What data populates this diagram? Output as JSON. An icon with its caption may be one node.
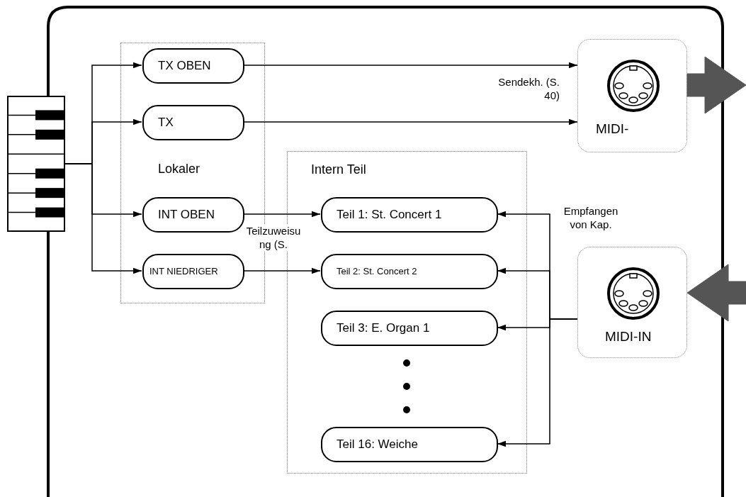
{
  "diagram": {
    "nodes": [
      {
        "text": [],
        "shape": "picture"
      },
      {
        "text": [
          "Lokaler"
        ]
      },
      {
        "text": [
          "TX OBEN"
        ],
        "in": 1
      },
      {
        "text": [
          "TX"
        ],
        "in": 1
      },
      {
        "text": [
          "INT OBEN"
        ],
        "in": 1
      },
      {
        "text": [
          "INT NIEDRIGER"
        ],
        "in": 1
      },
      {
        "text": [
          "Intern Teil"
        ]
      },
      {
        "text": [
          "Teil 1: St. Concert 1"
        ],
        "in": 6
      },
      {
        "text": [
          "Teil 2: St. Concert 2"
        ],
        "in": 6
      },
      {
        "text": [
          "Teil 3: E. Organ 1"
        ],
        "in": 6
      },
      {
        "text": [
          "Teil 16: Weiche"
        ],
        "in": 6
      },
      {
        "text": [
          "MIDI-"
        ]
      },
      {
        "text": [
          "MIDI-IN"
        ]
      }
    ],
    "edges": [
      {
        "from": 0,
        "to": 2,
        "arrow": "to"
      },
      {
        "from": 0,
        "to": 3,
        "arrow": "to"
      },
      {
        "from": 0,
        "to": 4,
        "arrow": "to"
      },
      {
        "from": 0,
        "to": 5,
        "arrow": "to"
      },
      {
        "from": 2,
        "to": 11,
        "arrow": "to",
        "label": "Sendekh. (S. 40)"
      },
      {
        "from": 3,
        "to": 11,
        "arrow": "to"
      },
      {
        "from": 4,
        "to": 7,
        "arrow": "to",
        "label": "Teilzuweisung (S."
      },
      {
        "from": 5,
        "to": 8,
        "arrow": "to"
      },
      {
        "from": 12,
        "to": 7,
        "arrow": "to",
        "label": "Empfangen von Kap."
      },
      {
        "from": 12,
        "to": 8,
        "arrow": "to"
      },
      {
        "from": 12,
        "to": 9,
        "arrow": "to"
      },
      {
        "from": 12,
        "to": 10,
        "arrow": "to"
      },
      {
        "from": 11,
        "to": null,
        "arrow": "to",
        "style": "thick",
        "color": "#555555"
      },
      {
        "from": null,
        "to": 12,
        "arrow": "to",
        "style": "thick",
        "color": "#555555"
      }
    ]
  }
}
